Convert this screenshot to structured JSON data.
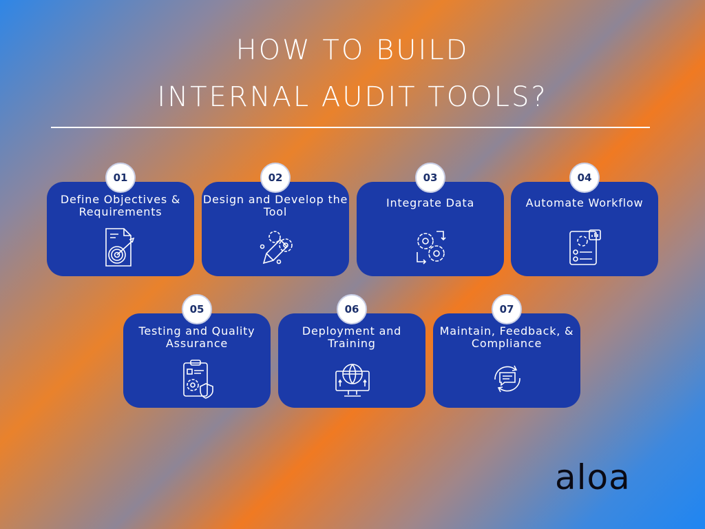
{
  "title": {
    "line1": "HOW TO BUILD",
    "line2": "INTERNAL AUDIT TOOLS?"
  },
  "steps": [
    {
      "number": "01",
      "label": "Define Objectives & Requirements",
      "icon": "document-target-icon"
    },
    {
      "number": "02",
      "label": "Design and Develop the Tool",
      "icon": "pencil-gears-icon"
    },
    {
      "number": "03",
      "label": "Integrate Data",
      "icon": "gears-sync-icon"
    },
    {
      "number": "04",
      "label": "Automate Workflow",
      "icon": "workflow-checklist-icon"
    },
    {
      "number": "05",
      "label": "Testing and Quality Assurance",
      "icon": "clipboard-gear-shield-icon"
    },
    {
      "number": "06",
      "label": "Deployment and Training",
      "icon": "monitor-globe-icon"
    },
    {
      "number": "07",
      "label": "Maintain, Feedback, & Compliance",
      "icon": "chat-cycle-icon"
    }
  ],
  "logo": "aloa",
  "colors": {
    "card": "#1b3aa8",
    "badge_text": "#1b2f6b"
  }
}
